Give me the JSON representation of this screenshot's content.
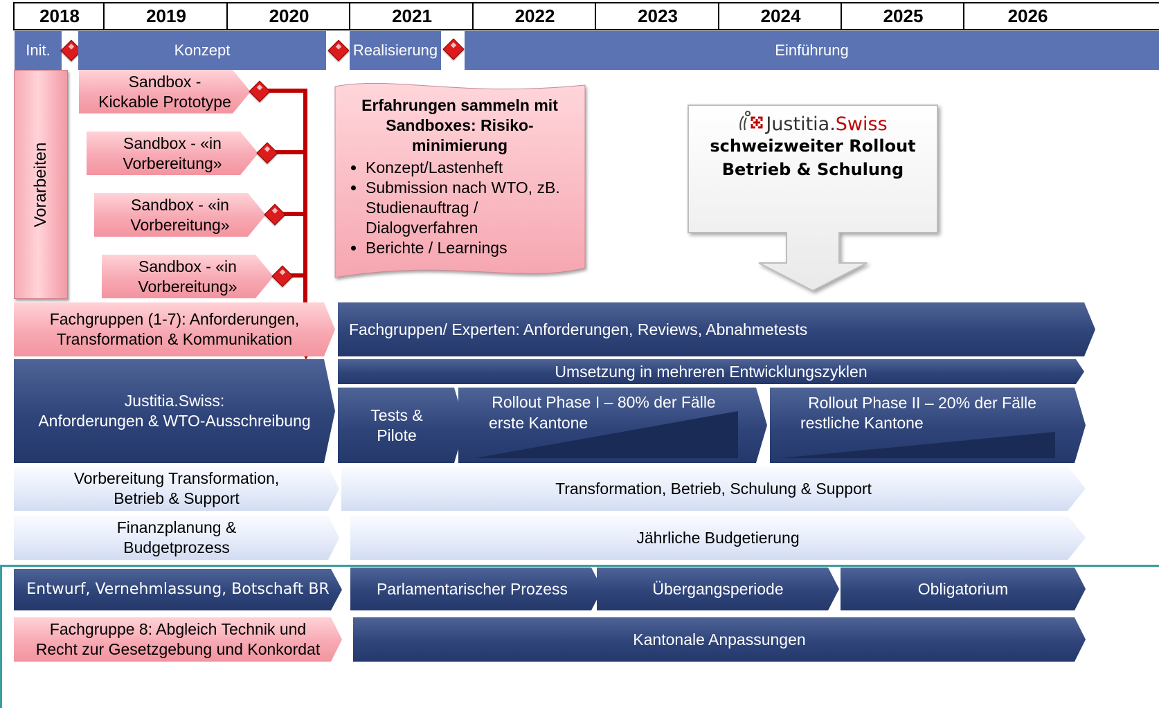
{
  "years": [
    "2018",
    "2019",
    "2020",
    "2021",
    "2022",
    "2023",
    "2024",
    "2025",
    "2026"
  ],
  "phases": {
    "init": "Init.",
    "konzept": "Konzept",
    "realisierung": "Realisierung",
    "einfuehrung": "Einführung"
  },
  "vorarbeiten": "Vorarbeiten",
  "sandboxes": [
    "Sandbox  -\nKickable Prototype",
    "Sandbox - «in\nVorbereitung»",
    "Sandbox - «in\nVorbereitung»",
    "Sandbox - «in\nVorbereitung»"
  ],
  "experience": {
    "title": "Erfahrungen sammeln mit Sandboxes:  Risiko-minimierung",
    "bullets": [
      "Konzept/Lastenheft",
      "Submission nach WTO, zB. Studienauftrag / Dialogverfahren",
      "Berichte / Learnings"
    ]
  },
  "rollout_box": {
    "logo_text": "Justitia.",
    "logo_accent": "Swiss",
    "line1": "schweizweiter Rollout",
    "line2": "Betrieb & Schulung"
  },
  "rows": {
    "fachgruppen_left": "Fachgruppen  (1-7): Anforderungen,\nTransformation & Kommunikation",
    "fachgruppen_right": "Fachgruppen/  Experten:  Anforderungen,  Reviews,  Abnahmetests",
    "umsetzung": "Umsetzung  in mehreren  Entwicklungszyklen",
    "justitia_left": "Justitia.Swiss:\nAnforderungen  & WTO-Ausschreibung",
    "tests": "Tests &\nPilote",
    "rollout1_line1": "Rollout  Phase I – 80% der Fälle",
    "rollout1_line2": "erste Kantone",
    "rollout2_line1": "Rollout  Phase II – 20% der Fälle",
    "rollout2_line2": "restliche Kantone",
    "vorbereitung_left": "Vorbereitung Transformation,\nBetrieb & Support",
    "transformation_right": "Transformation,  Betrieb,  Schulung  & Support",
    "finanz_left": "Finanzplanung  &\nBudgetprozess",
    "budget_right": "Jährliche  Budgetierung",
    "entwurf": "Entwurf, Vernehmlassung, Botschaft BR",
    "parlament": "Parlamentarischer  Prozess",
    "uebergang": "Übergangsperiode",
    "obligatorium": "Obligatorium",
    "fachgruppe8": "Fachgruppe  8: Abgleich  Technik und\nRecht zur Gesetzgebung  und Konkordat",
    "kantonal": "Kantonale  Anpassungen"
  }
}
